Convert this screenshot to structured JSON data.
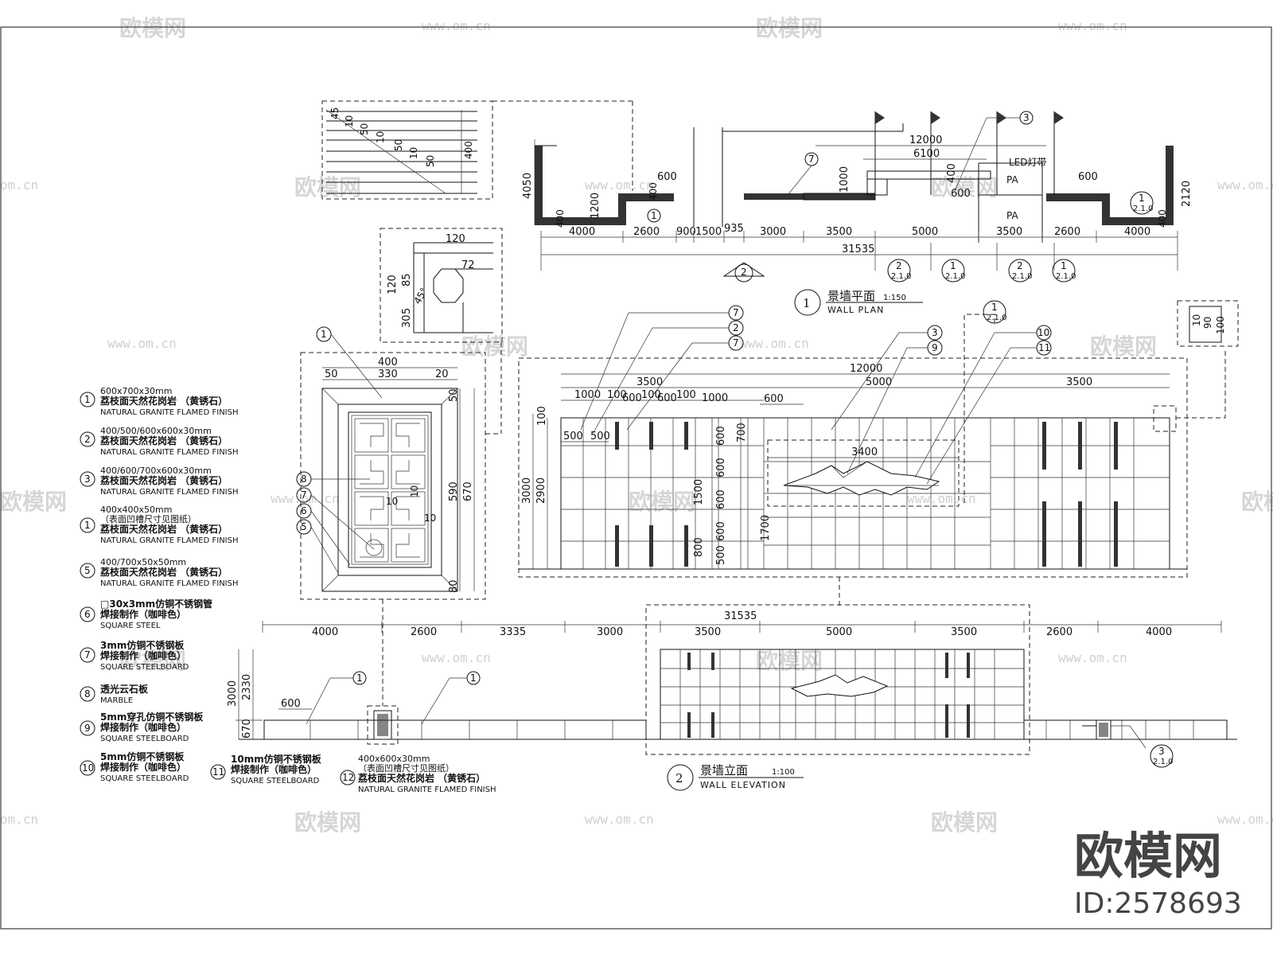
{
  "watermark": {
    "brand": "欧模网",
    "url": "www.om.cn",
    "url_short": "om.cn"
  },
  "footer": {
    "brand": "欧模网",
    "id": "ID:2578693"
  },
  "plan": {
    "number": "1",
    "title_cn": "景墙平面",
    "scale": "1:150",
    "title_en": "WALL PLAN",
    "led_label": "LED灯带",
    "pa_label": "PA",
    "top_dims": [
      "12000",
      "6100",
      "600",
      "600",
      "600",
      "1000",
      "400",
      "1200",
      "4050",
      "2120",
      "400",
      "400",
      "400"
    ],
    "bottom_dims": [
      "4000",
      "2600",
      "900",
      "1500",
      "935",
      "3000",
      "3500",
      "5000",
      "3500",
      "2600",
      "4000"
    ],
    "total": "31535",
    "sections": [
      "2",
      "1",
      "2",
      "1"
    ],
    "section_sub": "2.1.0"
  },
  "elevation": {
    "number": "2",
    "title_cn": "景墙立面",
    "scale": "1:100",
    "title_en": "WALL ELEVATION",
    "top_dims": [
      "4000",
      "2600",
      "3335",
      "3000",
      "3500",
      "5000",
      "3500",
      "2600",
      "4000"
    ],
    "total": "31535",
    "side_dims": [
      "3000",
      "2330",
      "670"
    ],
    "panel_dim": "600",
    "section_mark": "3",
    "section_sub": "2.1.0"
  },
  "detail_elev": {
    "dims_top": [
      "12000",
      "3500",
      "5000",
      "3500",
      "1000",
      "100",
      "600",
      "100",
      "600",
      "100",
      "1000",
      "600",
      "500",
      "500",
      "3400"
    ],
    "dims_side": [
      "100",
      "3000",
      "2900",
      "600",
      "600",
      "600",
      "600",
      "500",
      "1500",
      "800",
      "700",
      "1700"
    ],
    "callouts": [
      "7",
      "2",
      "7",
      "3",
      "9",
      "10",
      "11"
    ]
  },
  "detail_stone": {
    "dims": [
      "45",
      "10",
      "50",
      "10",
      "50",
      "10",
      "50",
      "400"
    ]
  },
  "detail_corner": {
    "dims": [
      "120",
      "72",
      "120",
      "85",
      "5",
      "30",
      "45°"
    ]
  },
  "detail_panel": {
    "dims": [
      "400",
      "50",
      "330",
      "20",
      "50",
      "590",
      "670",
      "80",
      "10",
      "10",
      "10"
    ],
    "callouts": [
      "1",
      "8",
      "7",
      "6",
      "5"
    ]
  },
  "detail_side": {
    "dims": [
      "10",
      "90",
      "100"
    ]
  },
  "legend": [
    {
      "num": "1",
      "spec": "600x700x30mm",
      "cn": "荔枝面天然花岗岩 （黄锈石）",
      "en": "NATURAL GRANITE FLAMED FINISH"
    },
    {
      "num": "2",
      "spec": "400/500/600x600x30mm",
      "cn": "荔枝面天然花岗岩 （黄锈石）",
      "en": "NATURAL GRANITE FLAMED FINISH"
    },
    {
      "num": "3",
      "spec": "400/600/700x600x30mm",
      "cn": "荔枝面天然花岗岩 （黄锈石）",
      "en": "NATURAL GRANITE FLAMED FINISH"
    },
    {
      "num": "1",
      "spec": "400x400x50mm",
      "spec2": "（表面凹槽尺寸见图纸）",
      "cn": "荔枝面天然花岗岩 （黄锈石）",
      "en": "NATURAL GRANITE FLAMED FINISH"
    },
    {
      "num": "5",
      "spec": "400/700x50x50mm",
      "cn": "荔枝面天然花岗岩 （黄锈石）",
      "en": "NATURAL GRANITE FLAMED FINISH"
    },
    {
      "num": "6",
      "spec": "□30x3mm仿铜不锈钢管",
      "cn": "焊接制作（咖啡色）",
      "en": "SQUARE STEEL"
    },
    {
      "num": "7",
      "spec": "3mm仿铜不锈钢板",
      "cn": "焊接制作（咖啡色）",
      "en": "SQUARE STEELBOARD"
    },
    {
      "num": "8",
      "spec": "透光云石板",
      "cn": "",
      "en": "MARBLE"
    },
    {
      "num": "9",
      "spec": "5mm穿孔仿铜不锈钢板",
      "cn": "焊接制作（咖啡色）",
      "en": "SQUARE STEELBOARD"
    },
    {
      "num": "10",
      "spec": "5mm仿铜不锈钢板",
      "cn": "焊接制作（咖啡色）",
      "en": "SQUARE STEELBOARD"
    },
    {
      "num": "11",
      "spec": "10mm仿铜不锈钢板",
      "cn": "焊接制作（咖啡色）",
      "en": "SQUARE STEELBOARD"
    },
    {
      "num": "12",
      "spec": "400x600x30mm",
      "spec2": "（表面凹槽尺寸见图纸）",
      "cn": "荔枝面天然花岗岩 （黄锈石）",
      "en": "NATURAL GRANITE FLAMED FINISH"
    }
  ]
}
